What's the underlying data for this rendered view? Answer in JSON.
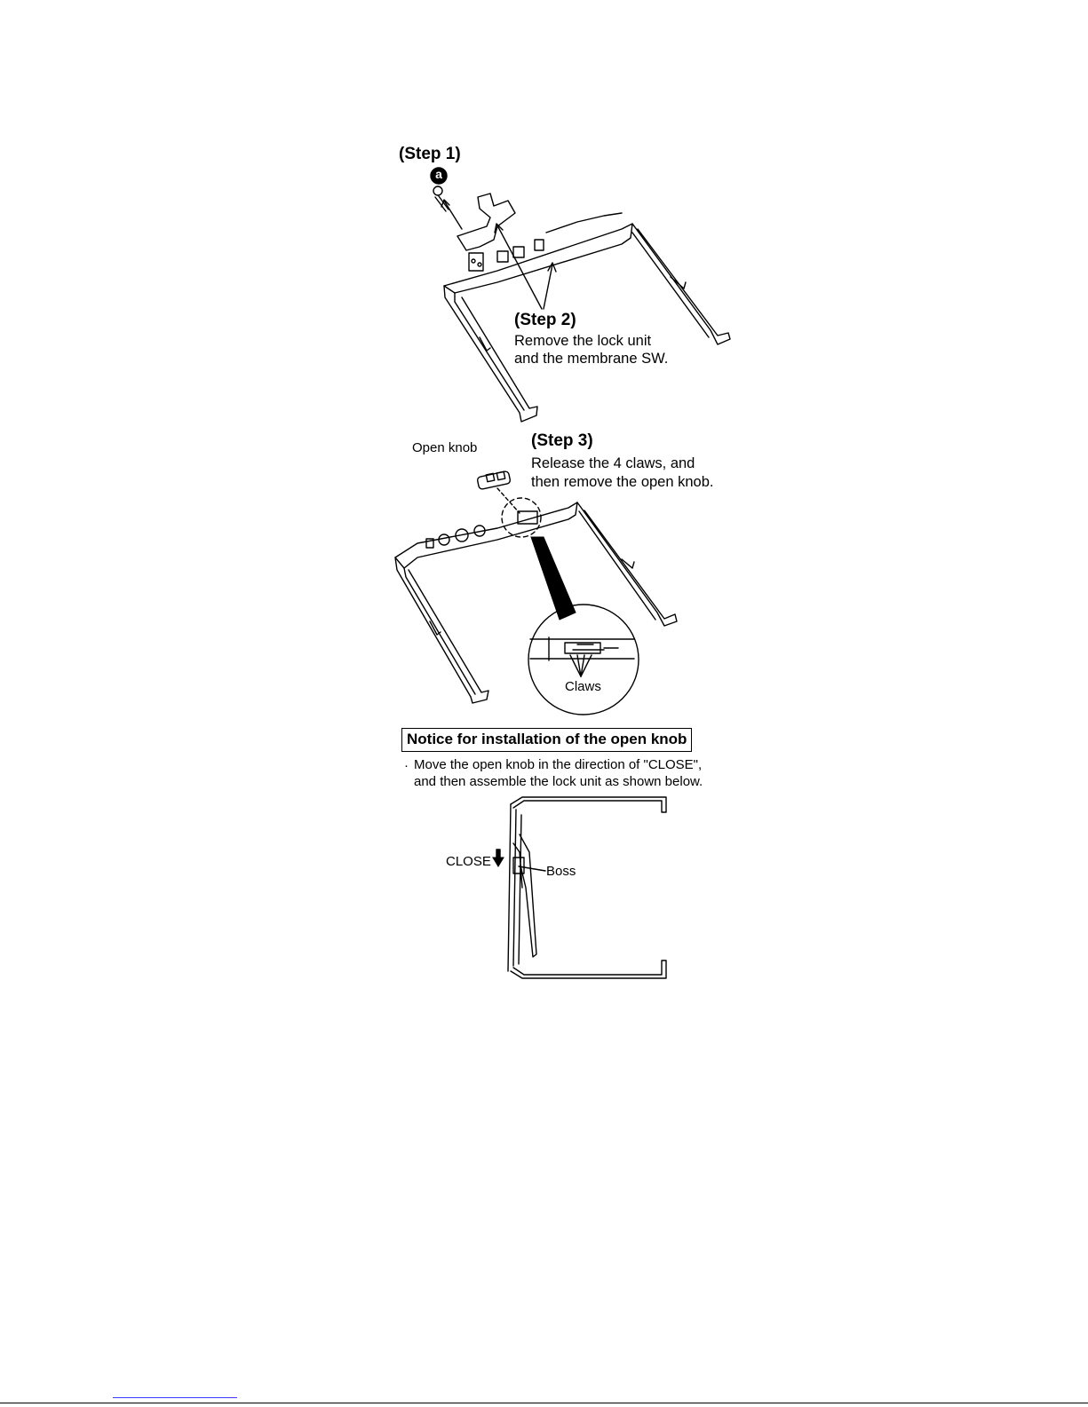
{
  "step1": {
    "title": "(Step 1)",
    "marker": "a"
  },
  "step2": {
    "title": "(Step 2)",
    "line1": "Remove the lock unit",
    "line2": "and the membrane SW."
  },
  "step3": {
    "title": "(Step 3)",
    "line1": "Release the 4 claws, and",
    "line2": "then remove the open knob."
  },
  "labels": {
    "open_knob": "Open knob",
    "claws": "Claws",
    "close": "CLOSE",
    "boss": "Boss"
  },
  "notice": {
    "title": "Notice for installation of the open knob",
    "bullet": "·",
    "line1": "Move the open knob in the direction of \"CLOSE\",",
    "line2": "and then assemble the lock unit as shown below."
  },
  "icons": [
    "screw-icon",
    "arrow-icon"
  ]
}
